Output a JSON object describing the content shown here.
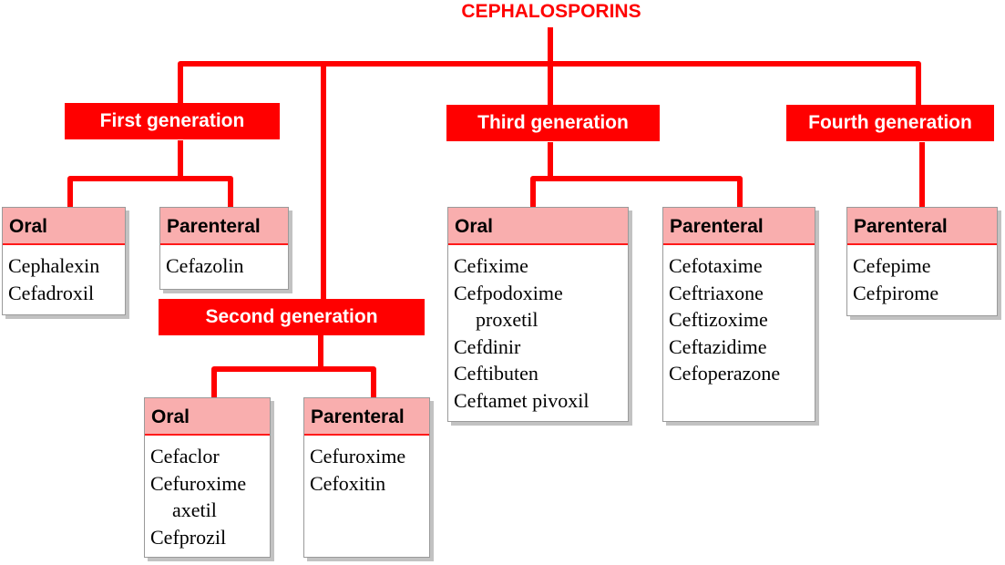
{
  "title": "CEPHALOSPORINS",
  "colors": {
    "line": "#ff0000",
    "header_fill": "#f9aeae",
    "card_border": "#9a9a9a"
  },
  "generations": [
    {
      "label": "First generation",
      "groups": [
        {
          "route": "Oral",
          "drugs": [
            "Cephalexin",
            "Cefadroxil"
          ]
        },
        {
          "route": "Parenteral",
          "drugs": [
            "Cefazolin"
          ]
        }
      ]
    },
    {
      "label": "Second generation",
      "groups": [
        {
          "route": "Oral",
          "drugs": [
            "Cefaclor",
            "Cefuroxime",
            "axetil",
            "Cefprozil"
          ]
        },
        {
          "route": "Parenteral",
          "drugs": [
            "Cefuroxime",
            "Cefoxitin"
          ]
        }
      ]
    },
    {
      "label": "Third generation",
      "groups": [
        {
          "route": "Oral",
          "drugs": [
            "Cefixime",
            "Cefpodoxime",
            "proxetil",
            "Cefdinir",
            "Ceftibuten",
            "Ceftamet pivoxil"
          ]
        },
        {
          "route": "Parenteral",
          "drugs": [
            "Cefotaxime",
            "Ceftriaxone",
            "Ceftizoxime",
            "Ceftazidime",
            "Cefoperazone"
          ]
        }
      ]
    },
    {
      "label": "Fourth generation",
      "groups": [
        {
          "route": "Parenteral",
          "drugs": [
            "Cefepime",
            "Cefpirome"
          ]
        }
      ]
    }
  ]
}
